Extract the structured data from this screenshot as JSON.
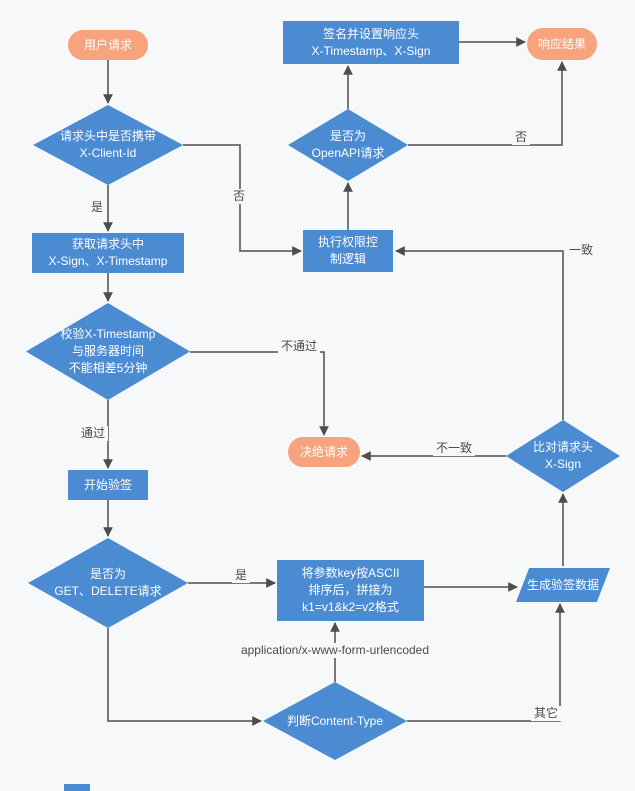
{
  "diagram": {
    "nodes": {
      "user_request": {
        "type": "terminal",
        "label": "用户请求"
      },
      "sign_response": {
        "type": "process",
        "label": "签名并设置响应头\nX-Timestamp、X-Sign"
      },
      "response_result": {
        "type": "terminal",
        "label": "响应结果"
      },
      "check_client_id": {
        "type": "decision",
        "label": "请求头中是否携带\nX-Client-Id"
      },
      "check_openapi": {
        "type": "decision",
        "label": "是否为\nOpenAPI请求"
      },
      "get_sign_headers": {
        "type": "process",
        "label": "获取请求头中\nX-Sign、X-Timestamp"
      },
      "permission_logic": {
        "type": "process",
        "label": "执行权限控\n制逻辑"
      },
      "check_timestamp": {
        "type": "decision",
        "label": "校验X-Timestamp\n与服务器时间\n不能相差5分钟"
      },
      "reject_request": {
        "type": "terminal",
        "label": "决绝请求"
      },
      "start_verify": {
        "type": "process",
        "label": "开始验签"
      },
      "check_method": {
        "type": "decision",
        "label": "是否为\nGET、DELETE请求"
      },
      "sort_params": {
        "type": "process",
        "label": "将参数key按ASCII\n排序后，拼接为\nk1=v1&k2=v2格式"
      },
      "generate_data": {
        "type": "io",
        "label": "生成验签数据"
      },
      "check_content_type": {
        "type": "decision",
        "label": "判断Content-Type"
      },
      "compare_sign": {
        "type": "decision",
        "label": "比对请求头\nX-Sign"
      }
    },
    "edge_labels": {
      "client_id_yes": "是",
      "client_id_no": "否",
      "timestamp_pass": "通过",
      "timestamp_fail": "不通过",
      "method_yes": "是",
      "form_urlencoded": "application/x-www-form-urlencoded",
      "content_other": "其它",
      "sign_mismatch": "不一致",
      "sign_match": "一致",
      "openapi_no": "否"
    },
    "colors": {
      "node_blue": "#4b8bd2",
      "node_orange": "#f7a37e",
      "line": "#4d4d4d",
      "background": "#f7f8f9"
    }
  }
}
